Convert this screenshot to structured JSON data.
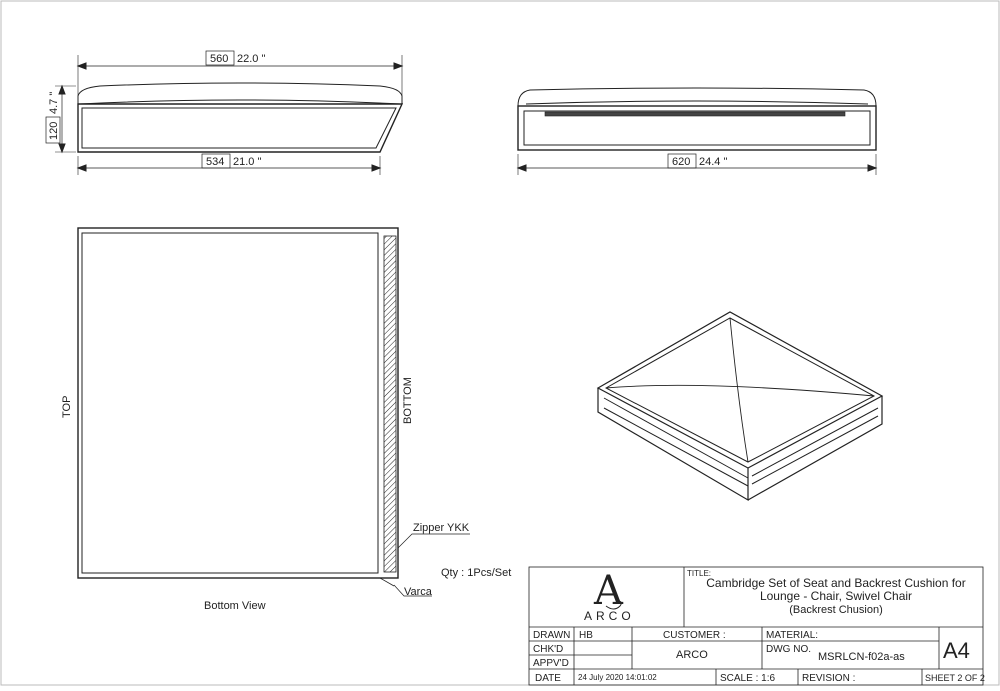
{
  "dimensions": {
    "front_width_mm": "560",
    "front_width_in": "22.0 \"",
    "front_height_mm": "120",
    "front_height_in": "4.7 \"",
    "front_bottom_mm": "534",
    "front_bottom_in": "21.0 \"",
    "side_width_mm": "620",
    "side_width_in": "24.4 \""
  },
  "bottom_view": {
    "caption": "Bottom View",
    "top_label": "TOP",
    "bottom_label": "BOTTOM",
    "zipper_label": "Zipper YKK",
    "varca_label": "Varca"
  },
  "qty": "Qty : 1Pcs/Set",
  "title_block": {
    "logo_letter": "A",
    "logo_text": "ARCO",
    "title_label": "TITLE:",
    "title_line1": "Cambridge Set of Seat and Backrest Cushion for",
    "title_line2": "Lounge - Chair, Swivel Chair",
    "title_line3": "(Backrest Chusion)",
    "drawn_label": "DRAWN",
    "drawn_value": "HB",
    "chkd_label": "CHK'D",
    "appvd_label": "APPV'D",
    "customer_label": "CUSTOMER :",
    "customer_value": "ARCO",
    "material_label": "MATERIAL:",
    "dwg_no_label": "DWG NO.",
    "dwg_no_value": "MSRLCN-f02a-as",
    "size": "A4",
    "date_label": "DATE",
    "date_value": "24 July 2020 14:01:02",
    "scale_label": "SCALE : ",
    "scale_value": "1:6",
    "revision_label": "REVISION :",
    "sheet": "SHEET 2 OF 2"
  }
}
